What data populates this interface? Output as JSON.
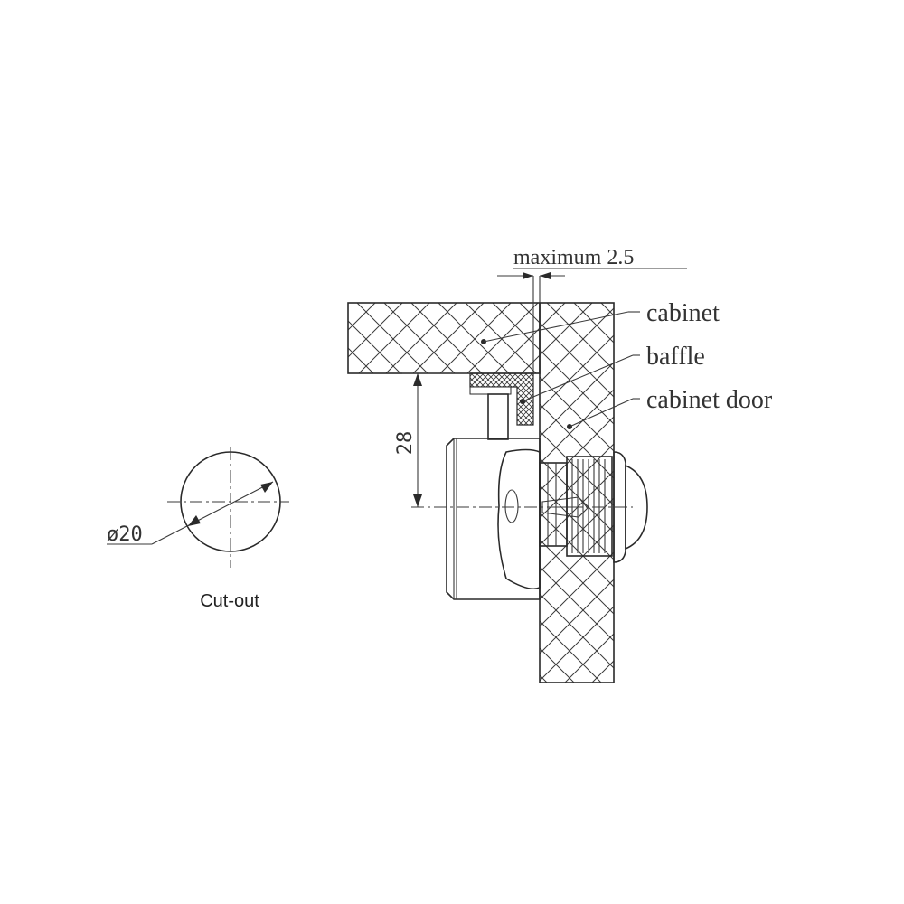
{
  "labels": {
    "maximum": "maximum 2.5",
    "cabinet": "cabinet",
    "baffle": "baffle",
    "cabinet_door": "cabinet door",
    "dim_28": "28",
    "dia_20": "ø20",
    "cutout": "Cut-out"
  },
  "colors": {
    "line": "#2a2a2a",
    "text": "#333333"
  }
}
